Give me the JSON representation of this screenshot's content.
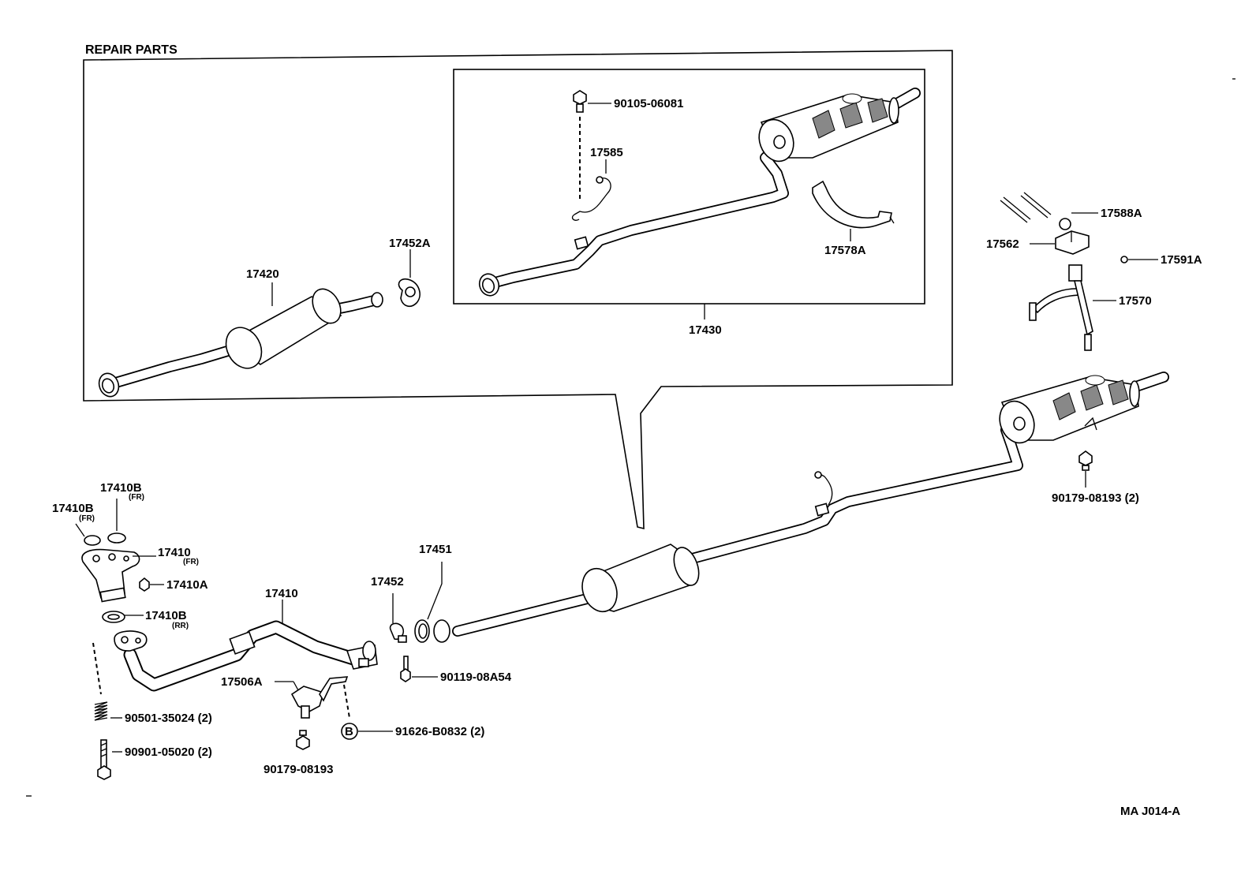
{
  "header": {
    "repair_parts": "REPAIR PARTS"
  },
  "callouts": {
    "p17420": "17420",
    "p17452A": "17452A",
    "p90105": "90105-06081",
    "p17585": "17585",
    "p17578A": "17578A",
    "p17430": "17430",
    "p17588A": "17588A",
    "p17562": "17562",
    "p17591A": "17591A",
    "p17570": "17570",
    "p90179_rr": "90179-08193 (2)",
    "p17410B_fr_top": "17410B",
    "p17410B_fr_top_sub": "(FR)",
    "p17410B_fr_left": "17410B",
    "p17410B_fr_left_sub": "(FR)",
    "p17410_fr": "17410",
    "p17410_fr_sub": "(FR)",
    "p17410A": "17410A",
    "p17410B_rr": "17410B",
    "p17410B_rr_sub": "(RR)",
    "p17410": "17410",
    "p17452": "17452",
    "p17451": "17451",
    "p90119": "90119-08A54",
    "p17506A": "17506A",
    "p91626": "91626-B0832 (2)",
    "p91626_marker": "B",
    "p90501": "90501-35024 (2)",
    "p90901": "90901-05020 (2)",
    "p90179": "90179-08193"
  },
  "footer": {
    "diagram_code": "MA J014-A"
  }
}
